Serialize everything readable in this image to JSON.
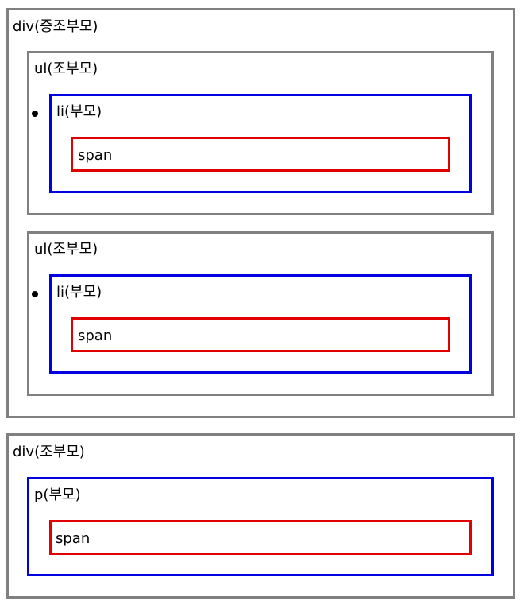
{
  "outer_div": {
    "label": "div(증조부모)",
    "lists": [
      {
        "label": "ul(조부모)",
        "item": {
          "label": "li(부모)",
          "child": "span"
        }
      },
      {
        "label": "ul(조부모)",
        "item": {
          "label": "li(부모)",
          "child": "span"
        }
      }
    ]
  },
  "second_div": {
    "label": "div(조부모)",
    "paragraph": {
      "label": "p(부모)",
      "child": "span"
    }
  }
}
